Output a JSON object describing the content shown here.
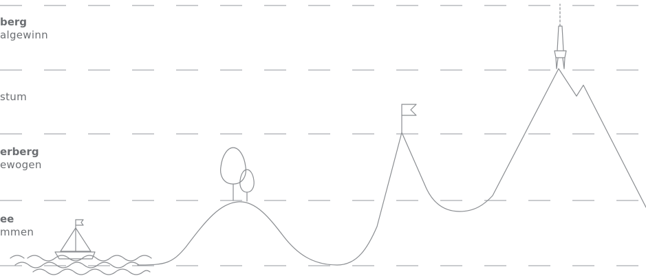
{
  "tiers": [
    {
      "title": "berg",
      "subtitle": "algewinn"
    },
    {
      "title": "",
      "subtitle": "stum"
    },
    {
      "title": "erberg",
      "subtitle": "ewogen"
    },
    {
      "title": "ee",
      "subtitle": "mmen"
    }
  ],
  "colors": {
    "line": "#8a8d91",
    "text": "#6b6e72",
    "background": "#ffffff"
  },
  "icons": [
    "sailboat-icon",
    "waves-icon",
    "trees-icon",
    "flag-icon",
    "tower-icon",
    "mountain-range-icon"
  ]
}
